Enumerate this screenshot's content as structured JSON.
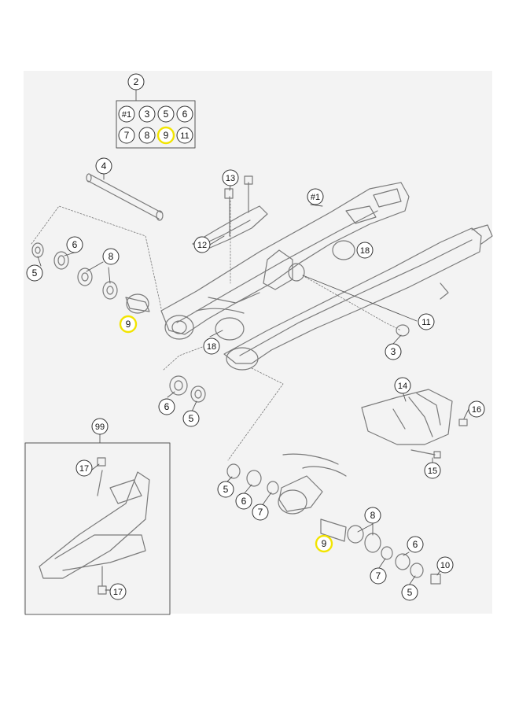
{
  "colors": {
    "panel_bg": "#f3f3f3",
    "line": "#7a7a7a",
    "callout_stroke": "#333333",
    "highlight": "#f2e400",
    "text": "#111111"
  },
  "callouts": {
    "c2": "2",
    "kit_1": "#1",
    "kit_3": "3",
    "kit_5": "5",
    "kit_6": "6",
    "kit_7": "7",
    "kit_8": "8",
    "kit_9": "9",
    "kit_11": "11",
    "c4": "4",
    "c13": "13",
    "c1": "#1",
    "c12": "12",
    "c18a": "18",
    "c6a": "6",
    "c8a": "8",
    "c5a": "5",
    "c9a": "9",
    "c18b": "18",
    "c11": "11",
    "c3": "3",
    "c14": "14",
    "c16": "16",
    "c15": "15",
    "c6b": "6",
    "c5b": "5",
    "c99": "99",
    "c17a": "17",
    "c17b": "17",
    "c5c": "5",
    "c6c": "6",
    "c7a": "7",
    "c8b": "8",
    "c9b": "9",
    "c6d": "6",
    "c7b": "7",
    "c10": "10",
    "c5d": "5"
  },
  "highlighted": [
    "kit_9",
    "c9a",
    "c9b"
  ]
}
